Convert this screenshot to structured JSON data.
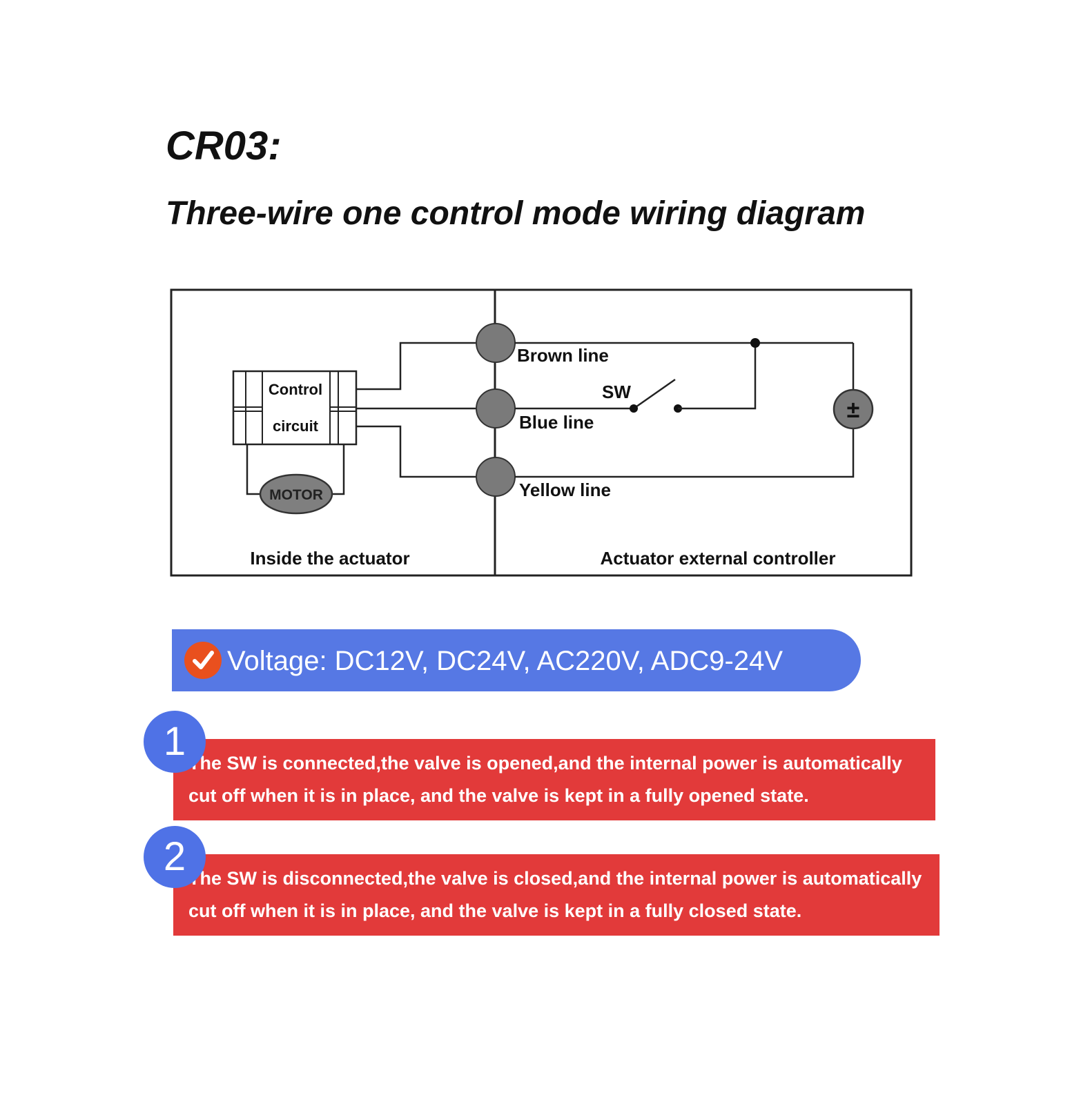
{
  "header": {
    "model": "CR03:",
    "subtitle": "Three-wire one control mode wiring diagram"
  },
  "diagram": {
    "control_label_1": "Control",
    "control_label_2": "circuit",
    "motor_label": "MOTOR",
    "brown_line": "Brown line",
    "blue_line": "Blue line",
    "yellow_line": "Yellow line",
    "switch_label": "SW",
    "power_symbol": "±",
    "inside_label": "Inside the actuator",
    "external_label": "Actuator external controller"
  },
  "voltage": {
    "text": "Voltage: DC12V, DC24V, AC220V, ADC9-24V",
    "icon": "check-icon",
    "colors": {
      "bar": "#5678e4",
      "check": "#e9501e"
    }
  },
  "notes": [
    {
      "number": "1",
      "line1": "The SW is connected,the valve is opened,and the internal power is automatically",
      "line2": "cut off when it is in place, and the valve is kept in a fully opened state."
    },
    {
      "number": "2",
      "line1": "The SW is disconnected,the valve is closed,and the internal power is automatically",
      "line2": "cut off when it is in place, and the valve is kept in a fully closed state."
    }
  ],
  "colors": {
    "note_bg": "#e23a3a",
    "badge_bg": "#4f72e6"
  }
}
